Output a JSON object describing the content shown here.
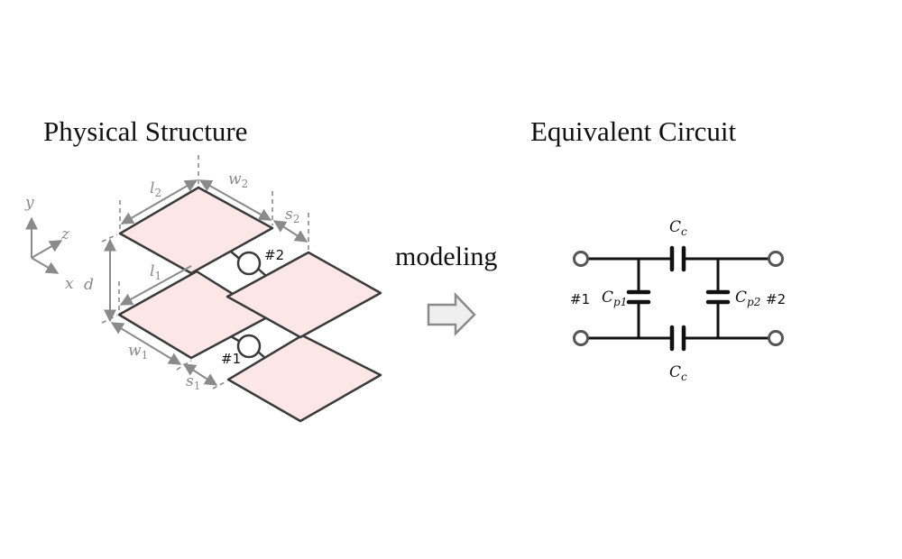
{
  "titles": {
    "physical_structure": "Physical Structure",
    "equivalent_circuit": "Equivalent Circuit",
    "modeling": "modeling"
  },
  "axes": {
    "x": "x",
    "y": "y",
    "z": "z"
  },
  "dimensions": {
    "l2": {
      "base": "l",
      "sub": "2"
    },
    "w2": {
      "base": "w",
      "sub": "2"
    },
    "s2": {
      "base": "s",
      "sub": "2"
    },
    "l1": {
      "base": "l",
      "sub": "1"
    },
    "w1": {
      "base": "w",
      "sub": "1"
    },
    "s1": {
      "base": "s",
      "sub": "1"
    },
    "d": {
      "base": "d",
      "sub": ""
    }
  },
  "ports": {
    "port1": "#1",
    "port2": "#2"
  },
  "circuit": {
    "cc_top": {
      "base": "C",
      "sub": "c"
    },
    "cc_bottom": {
      "base": "C",
      "sub": "c"
    },
    "cp1": {
      "base": "C",
      "sub": "p1"
    },
    "cp2": {
      "base": "C",
      "sub": "p2"
    },
    "port1": "#1",
    "port2": "#2"
  },
  "colors": {
    "plate_fill": "#fce6e6",
    "plate_stroke": "#3a3a3a",
    "dimension_gray": "#8a8a8a",
    "arrow_fill": "#efefef",
    "arrow_stroke": "#8a8a8a",
    "wire": "#111111",
    "terminal_stroke": "#555555"
  }
}
